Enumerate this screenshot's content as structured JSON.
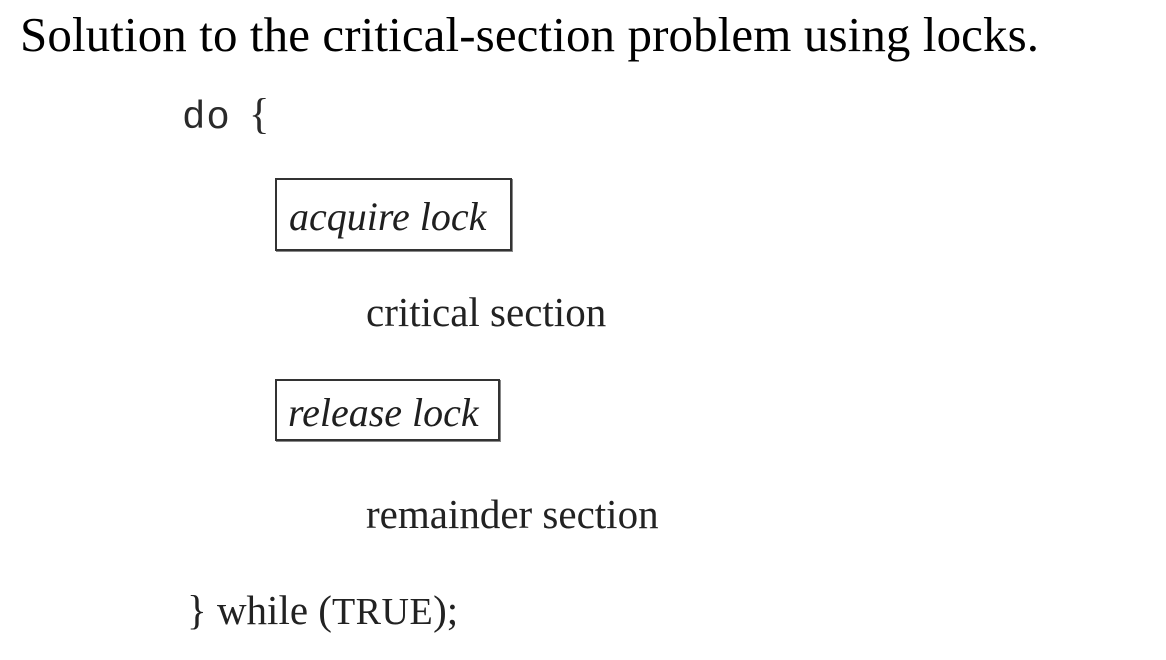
{
  "caption": {
    "link_fragment": "3",
    "text": "Solution to the critical-section problem using locks."
  },
  "code": {
    "do_keyword": "do",
    "open_brace": "{",
    "acquire": "acquire lock",
    "critical": "critical section",
    "release": "release lock",
    "remainder": "remainder section",
    "close_brace": "}",
    "while_keyword": "while",
    "paren_open": "(",
    "condition": "TRUE",
    "paren_close_semicolon": ");"
  }
}
